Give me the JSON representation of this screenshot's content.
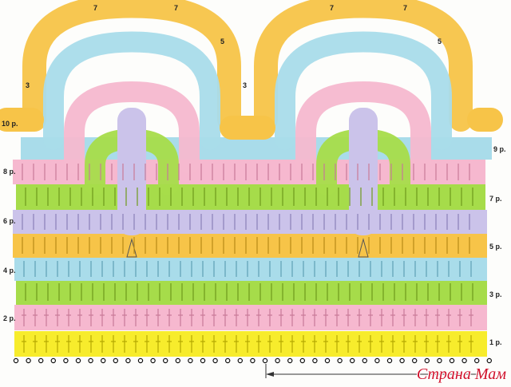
{
  "diagram": {
    "row_labels": {
      "r1": "1 р.",
      "r2": "2 р.",
      "r3": "3 р.",
      "r4": "4 р.",
      "r5": "5 р.",
      "r6": "6 р.",
      "r7": "7 р.",
      "r8": "8 р.",
      "r9": "9 р.",
      "r10": "10 р."
    },
    "picot_labels": [
      "7",
      "7",
      "5",
      "3",
      "3",
      "5",
      "7",
      "7"
    ],
    "colors": {
      "yellow": "#f7ec2c",
      "pink": "#f6b8cf",
      "green": "#a6dc4a",
      "blue": "#a9dcea",
      "orange": "#f7c448",
      "lavender": "#cbc3ea"
    }
  },
  "watermark": "Страна Мам"
}
